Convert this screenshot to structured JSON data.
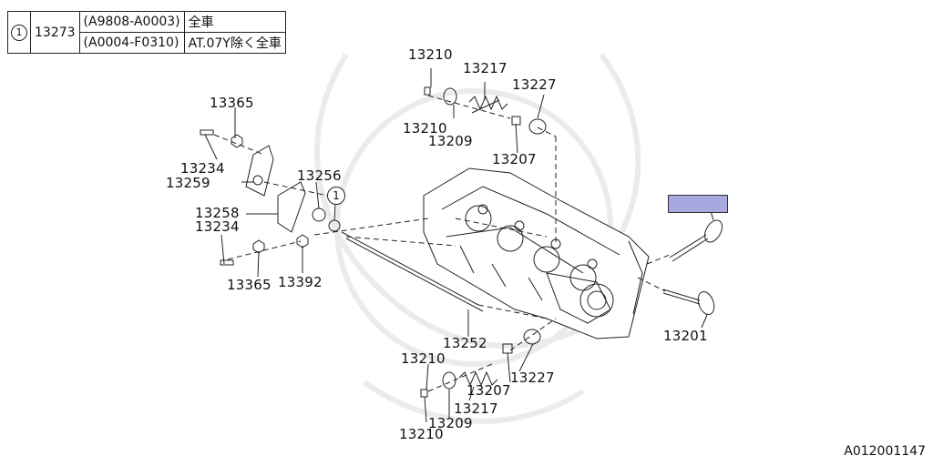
{
  "legend": {
    "ref_marker": "1",
    "part_no": "13273",
    "rows": [
      {
        "range": "(A9808-A0003)",
        "applicability": "全車"
      },
      {
        "range": "(A0004-F0310)",
        "applicability": "AT.07Y除く全車"
      }
    ]
  },
  "callouts": {
    "c_13210_top": "13210",
    "c_13217_top": "13217",
    "c_13227_top": "13227",
    "c_13210_top2": "13210",
    "c_13209_top": "13209",
    "c_13207_top": "13207",
    "c_13365_top": "13365",
    "c_13234_top": "13234",
    "c_13259": "13259",
    "c_13256": "13256",
    "c_ref1": "1",
    "c_13258": "13258",
    "c_13234_mid": "13234",
    "c_13365_bot": "13365",
    "c_13392": "13392",
    "c_13252": "13252",
    "c_13201": "13201",
    "c_13210_bot": "13210",
    "c_13227_bot": "13227",
    "c_13207_bot": "13207",
    "c_13217_bot": "13217",
    "c_13209_bot": "13209",
    "c_13210_bot2": "13210"
  },
  "highlight_color": "#a7a8e0",
  "diagram_code": "A012001147"
}
